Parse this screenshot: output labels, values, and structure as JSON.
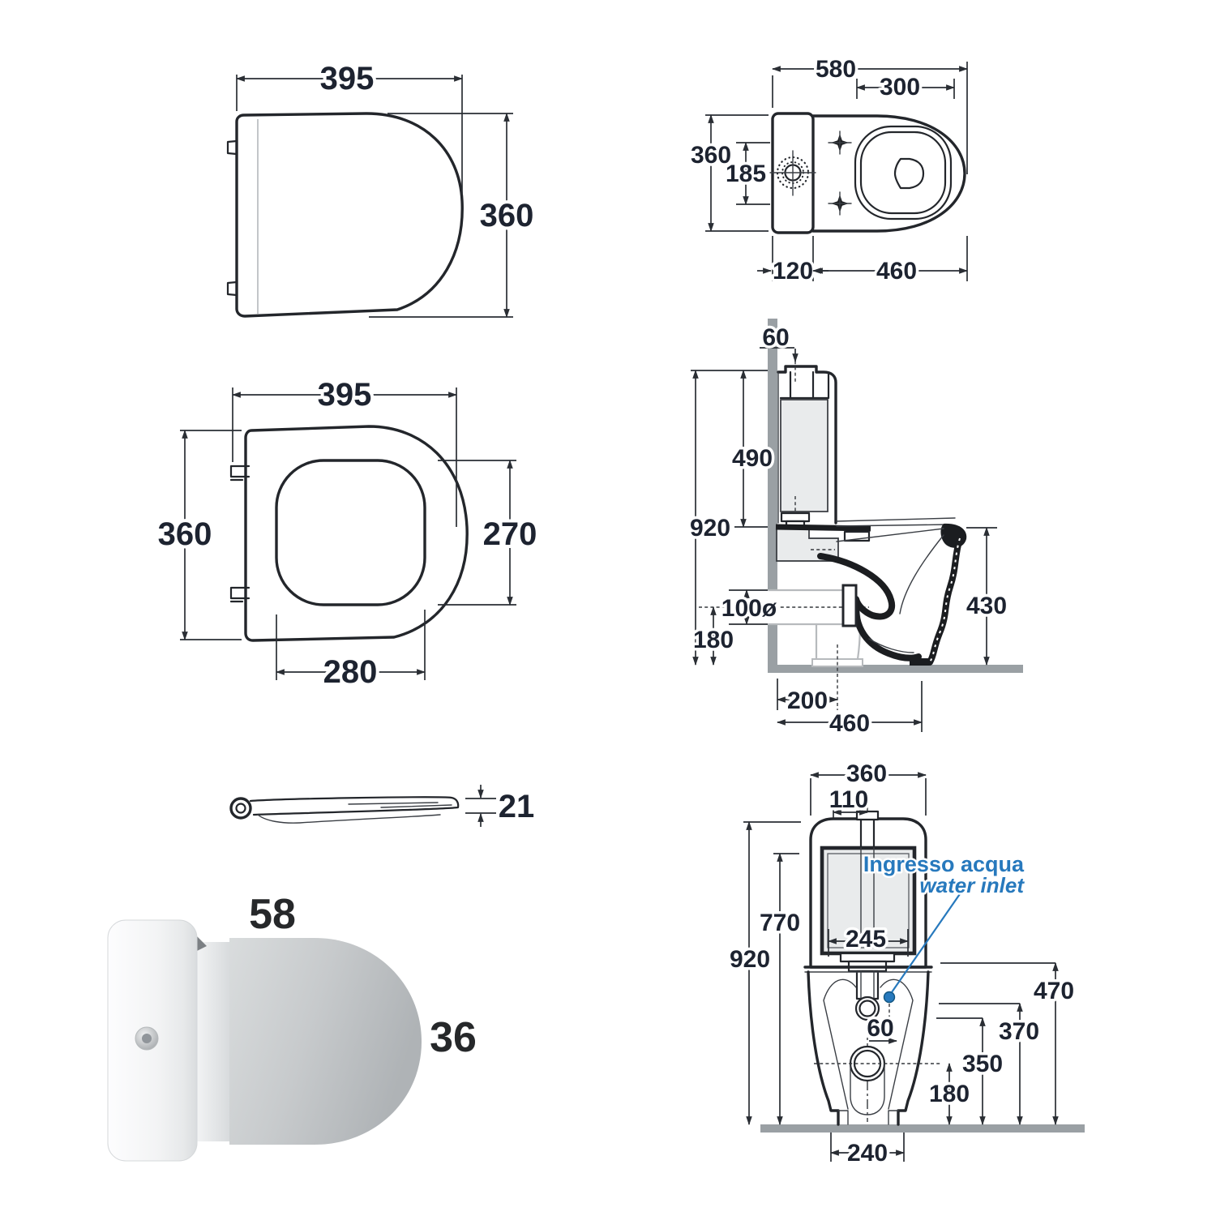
{
  "drawing": {
    "accent_blue": "#2779bd",
    "seat_lid_top": {
      "width": "395",
      "height": "360"
    },
    "seat_ring_top": {
      "width": "395",
      "height": "360",
      "inner_depth": "270",
      "inner_width": "280"
    },
    "seat_profile": {
      "thickness": "21"
    },
    "product_photo": {
      "width_cm": "58",
      "depth_cm": "36"
    },
    "wc_plan": {
      "total_depth": "580",
      "bowl_inner_width": "300",
      "width": "360",
      "button_span": "185",
      "cistern_depth": "120",
      "bowl_depth": "460"
    },
    "wc_side": {
      "inlet_offset": "60",
      "cistern_height": "490",
      "total_height": "920",
      "outlet_diameter": "100ø",
      "outlet_axis_height": "180",
      "rim_height": "430",
      "outlet_distance": "200",
      "depth": "460"
    },
    "wc_front": {
      "width": "360",
      "tube_offset": "110",
      "tank_top_height": "770",
      "total_height": "920",
      "tank_width": "245",
      "inlet_offset": "60",
      "h_470": "470",
      "h_370": "370",
      "h_350": "350",
      "h_180": "180",
      "base_width": "240",
      "note_it": "Ingresso acqua",
      "note_en": "water inlet"
    }
  }
}
